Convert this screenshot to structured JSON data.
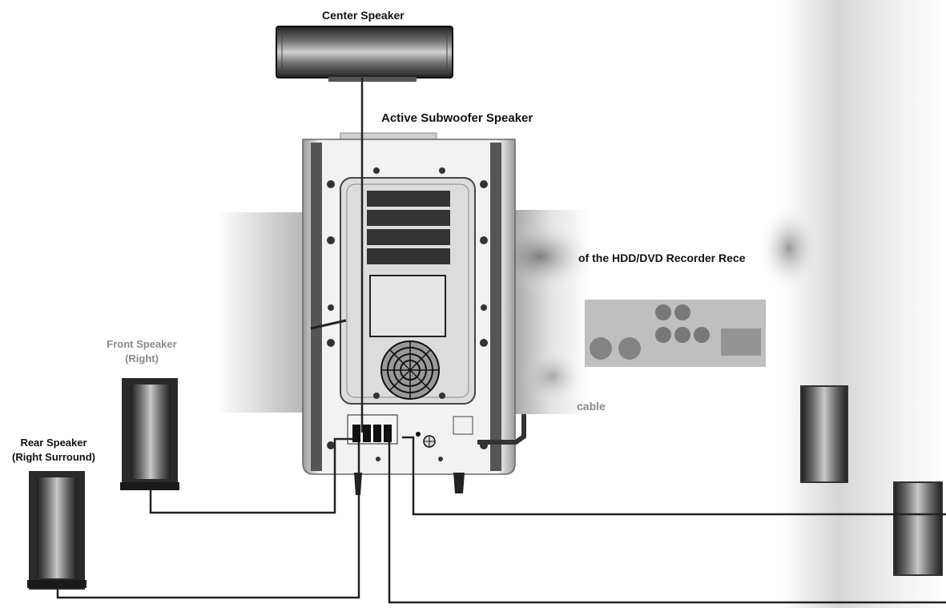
{
  "labels": {
    "center_speaker": "Center Speaker",
    "subwoofer": "Active Subwoofer Speaker",
    "front_right_line1": "Front Speaker",
    "front_right_line2": "(Right)",
    "rear_right_line1": "Rear Speaker",
    "rear_right_line2": "(Right Surround)",
    "recorder_rear": "of the HDD/DVD Recorder Rece",
    "cable": "cable"
  },
  "colors": {
    "speaker_dark": "#2a2a2a",
    "speaker_mid": "#6e6e6e",
    "speaker_light": "#bdbdbd",
    "cable": "#222222",
    "subwoofer_panel": "#d9d9d9",
    "label_grey": "#8a8a8a"
  }
}
